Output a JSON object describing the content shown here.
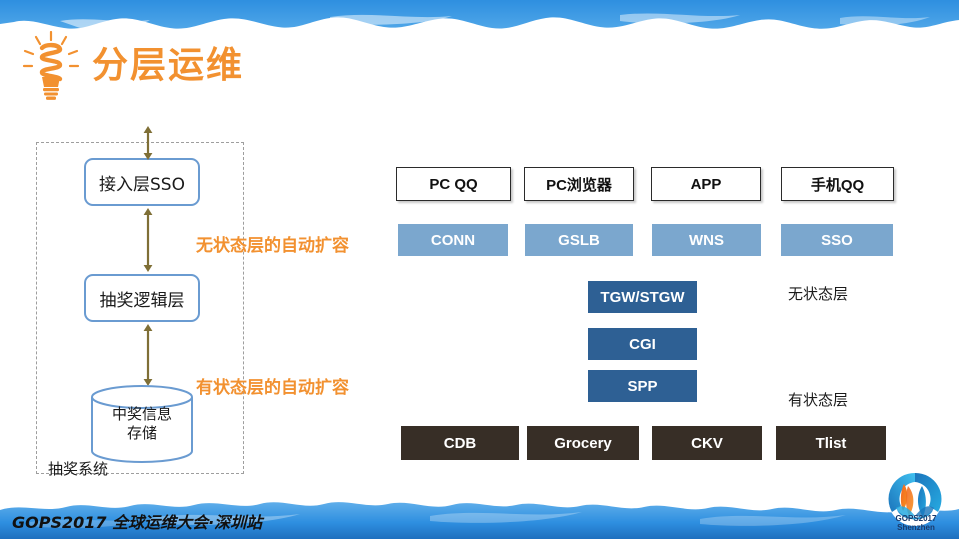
{
  "slide": {
    "title": "分层运维",
    "title_icon": "lightbulb-icon",
    "accent_orange": "#F29130",
    "band_blue": "#3C95E0"
  },
  "left_diagram": {
    "system_label": "抽奖系统",
    "nodes": [
      {
        "id": "access",
        "label": "接入层SSO"
      },
      {
        "id": "logic",
        "label": "抽奖逻辑层"
      },
      {
        "id": "storage",
        "label_line1": "中奖信息",
        "label_line2": "存储"
      }
    ],
    "annotations": [
      {
        "id": "stateless",
        "label": "无状态层的自动扩容"
      },
      {
        "id": "stateful",
        "label": "有状态层的自动扩容"
      }
    ]
  },
  "architecture": {
    "side_labels": [
      {
        "id": "stateless",
        "label": "无状态层"
      },
      {
        "id": "stateful",
        "label": "有状态层"
      }
    ],
    "rows": [
      {
        "id": "clients",
        "style": "client",
        "items": [
          {
            "label": "PC QQ"
          },
          {
            "label": "PC浏览器"
          },
          {
            "label": "APP"
          },
          {
            "label": "手机QQ"
          }
        ]
      },
      {
        "id": "access",
        "style": "lightblue",
        "items": [
          {
            "label": "CONN"
          },
          {
            "label": "GSLB"
          },
          {
            "label": "WNS"
          },
          {
            "label": "SSO"
          }
        ]
      },
      {
        "id": "gateway",
        "style": "midblue",
        "items": [
          {
            "label": "TGW/STGW"
          }
        ]
      },
      {
        "id": "cgi",
        "style": "midblue",
        "items": [
          {
            "label": "CGI"
          }
        ]
      },
      {
        "id": "spp",
        "style": "midblue",
        "items": [
          {
            "label": "SPP"
          }
        ]
      },
      {
        "id": "storage",
        "style": "darkbrown",
        "items": [
          {
            "label": "CDB"
          },
          {
            "label": "Grocery"
          },
          {
            "label": "CKV"
          },
          {
            "label": "Tlist"
          }
        ]
      }
    ]
  },
  "footer": {
    "text": "GOPS2017 全球运维大会·深圳站",
    "logo_line1": "GOPS2017",
    "logo_line2": "Shenzhen"
  }
}
